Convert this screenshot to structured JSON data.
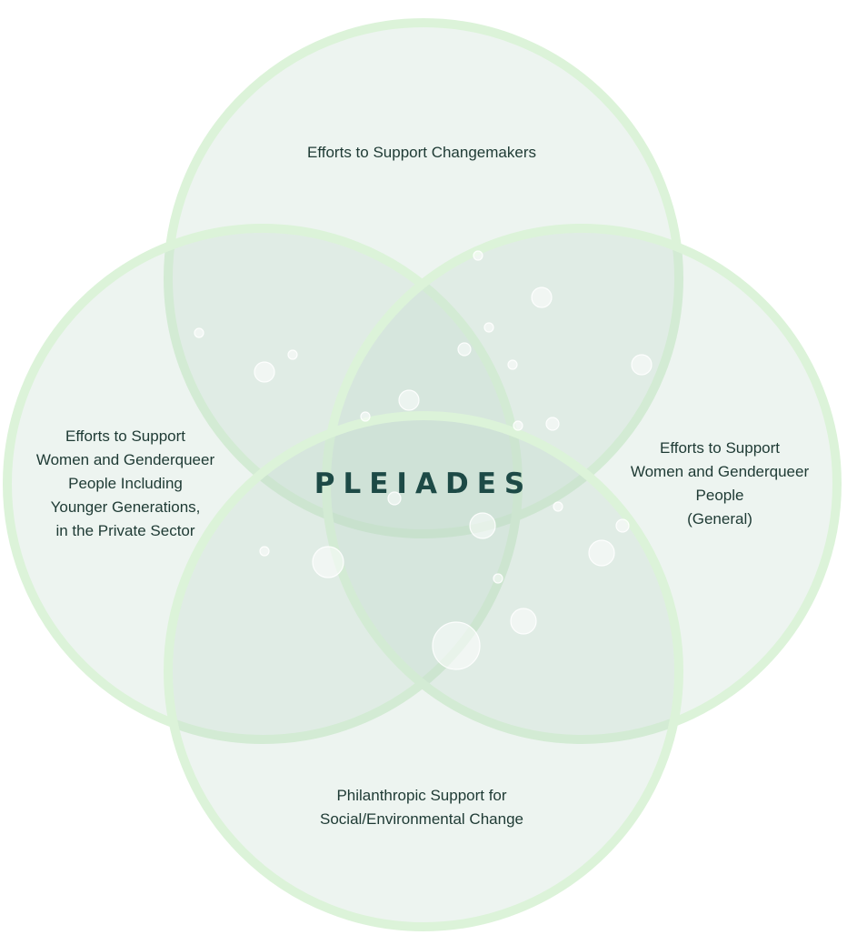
{
  "diagram": {
    "type": "venn",
    "center_title": "PLEIADES",
    "sets": [
      {
        "name": "top",
        "label": [
          "Efforts to Support Changemakers"
        ]
      },
      {
        "name": "left",
        "label": [
          "Efforts to Support",
          "Women and Genderqueer",
          "People Including",
          "Younger Generations,",
          "in the Private Sector"
        ]
      },
      {
        "name": "right",
        "label": [
          "Efforts to Support",
          "Women and Genderqueer",
          "People",
          "(General)"
        ]
      },
      {
        "name": "bottom",
        "label": [
          "Philanthropic Support for",
          "Social/Environmental Change"
        ]
      }
    ],
    "colors": {
      "circle_outline": "#dcf3d9",
      "circle_fill": "#e6efea",
      "text": "#1e3a34",
      "center_title": "#1d4a46"
    }
  }
}
